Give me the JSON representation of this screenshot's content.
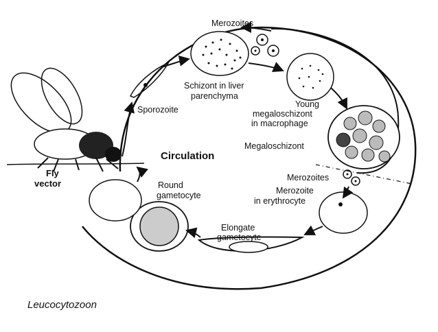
{
  "labels": {
    "merozoites_top": "Merozoites",
    "schizont_liver_1": "Schizont in liver",
    "schizont_liver_2": "parenchyma",
    "sporozoite": "Sporozoite",
    "young_1": "Young",
    "young_2": "megaloschizont",
    "young_3": "in macrophage",
    "megaloschizont": "Megaloschizont",
    "circulation": "Circulation",
    "fly_1": "Fly",
    "fly_2": "vector",
    "merozoites_right": "Merozoites",
    "merozoite_ery_1": "Merozoite",
    "merozoite_ery_2": "in erythrocyte",
    "round_1": "Round",
    "round_2": "gametocyte",
    "elongate_1": "Elongate",
    "elongate_2": "gametocyte",
    "caption": "Leucocytozoon"
  },
  "colors": {
    "ink": "#111111",
    "background": "#ffffff"
  }
}
